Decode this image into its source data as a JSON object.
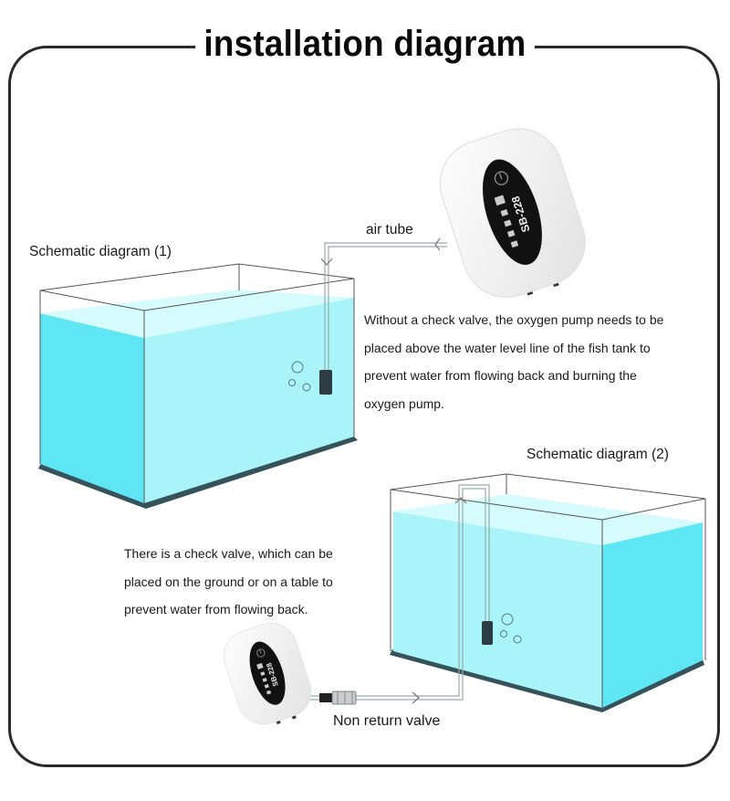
{
  "title": "installation diagram",
  "labels": {
    "air_tube": "air tube",
    "schematic_1": "Schematic diagram (1)",
    "schematic_2": "Schematic diagram (2)",
    "non_return_valve": "Non return valve"
  },
  "notes": {
    "without_check_valve": [
      "Without a check valve, the oxygen pump needs to be",
      "placed above the water level line of the fish tank to",
      "prevent water from flowing back and burning the",
      "oxygen pump."
    ],
    "with_check_valve": [
      "There is a check valve, which can be",
      "placed on the ground or on a table to",
      "prevent water from flowing back."
    ]
  },
  "pump": {
    "model": "SB-228",
    "icons": [
      "power-icon",
      "indicator-lights"
    ]
  },
  "colors": {
    "water_front": "#a6f3f8",
    "water_side": "#5fe6f5",
    "water_surface": "#d4fafc",
    "tank_base": "#36525a",
    "frame": "#2a2a2a",
    "pump_body": "#f4f4f4",
    "pump_panel": "#111111"
  }
}
